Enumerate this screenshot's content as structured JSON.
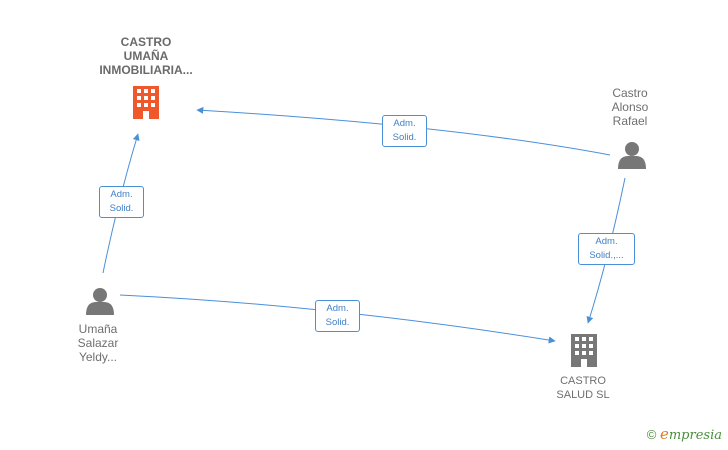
{
  "nodes": {
    "castro_umana": {
      "label_lines": [
        "CASTRO",
        "UMAÑA",
        "INMOBILIARIA..."
      ],
      "icon": "company-icon",
      "icon_color": "#f0572a"
    },
    "castro_alonso": {
      "label_lines": [
        "Castro",
        "Alonso",
        "Rafael"
      ],
      "icon": "person-icon",
      "icon_color": "#777777"
    },
    "umana_salazar": {
      "label_lines": [
        "Umaña",
        "Salazar",
        "Yeldy..."
      ],
      "icon": "person-icon",
      "icon_color": "#777777"
    },
    "castro_salud": {
      "label_lines": [
        "CASTRO",
        "SALUD SL"
      ],
      "icon": "company-icon",
      "icon_color": "#777777"
    }
  },
  "edges": [
    {
      "from": "castro_alonso",
      "to": "castro_umana",
      "label_lines": [
        "Adm.",
        "Solid."
      ]
    },
    {
      "from": "umana_salazar",
      "to": "castro_umana",
      "label_lines": [
        "Adm.",
        "Solid."
      ]
    },
    {
      "from": "castro_alonso",
      "to": "castro_salud",
      "label_lines": [
        "Adm.",
        "Solid.,..."
      ]
    },
    {
      "from": "umana_salazar",
      "to": "castro_salud",
      "label_lines": [
        "Adm.",
        "Solid."
      ]
    }
  ],
  "colors": {
    "edge": "#4a90d9",
    "edge_text": "#3f7fc7"
  },
  "watermark": {
    "copyright": "©",
    "brand_first": "e",
    "brand_rest": "mpresia"
  }
}
